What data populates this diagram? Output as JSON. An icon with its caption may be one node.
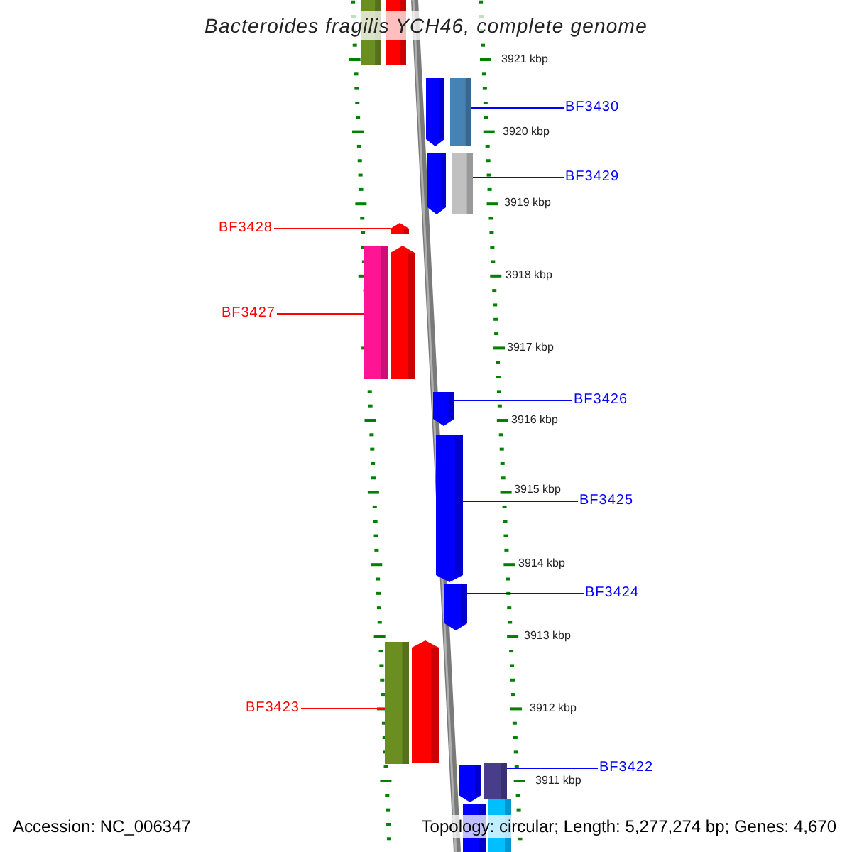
{
  "diagram": {
    "title": "Bacteroides fragilis YCH46, complete genome",
    "nodes": [
      {
        "text": [],
        "shape": "bar"
      },
      {
        "text": [],
        "shape": "bar"
      },
      {
        "text": [],
        "shape": "arrow"
      },
      {
        "text": [],
        "shape": "bar"
      },
      {
        "text": [],
        "shape": "arrow"
      },
      {
        "text": [],
        "shape": "bar"
      },
      {
        "text": [],
        "shape": "arrow"
      },
      {
        "text": [],
        "shape": "bar"
      },
      {
        "text": [],
        "shape": "arrow"
      },
      {
        "text": [],
        "shape": "arrow"
      },
      {
        "text": [],
        "shape": "arrow"
      },
      {
        "text": [],
        "shape": "arrow"
      },
      {
        "text": [],
        "shape": "bar"
      },
      {
        "text": [],
        "shape": "arrow"
      },
      {
        "text": [],
        "shape": "arrow"
      },
      {
        "text": [],
        "shape": "bar"
      },
      {
        "text": [],
        "shape": "bar"
      },
      {
        "text": [],
        "shape": "bar"
      },
      {
        "text": [
          "BF3430"
        ]
      },
      {
        "text": [
          "BF3429"
        ]
      },
      {
        "text": [
          "BF3428"
        ]
      },
      {
        "text": [
          "BF3427"
        ]
      },
      {
        "text": [
          "BF3426"
        ]
      },
      {
        "text": [
          "BF3425"
        ]
      },
      {
        "text": [
          "BF3424"
        ]
      },
      {
        "text": [
          "BF3423"
        ]
      },
      {
        "text": [
          "BF3422"
        ]
      }
    ],
    "edges": [
      {
        "from": 18,
        "to": 3,
        "arrow": "none"
      },
      {
        "from": 19,
        "to": 5,
        "arrow": "none"
      },
      {
        "from": 20,
        "to": 6,
        "arrow": "none",
        "color": "#ff0000"
      },
      {
        "from": 21,
        "to": 7,
        "arrow": "none",
        "color": "#ff0000"
      },
      {
        "from": 22,
        "to": 9,
        "arrow": "none"
      },
      {
        "from": 23,
        "to": 10,
        "arrow": "none"
      },
      {
        "from": 24,
        "to": 11,
        "arrow": "none"
      },
      {
        "from": 25,
        "to": 12,
        "arrow": "none",
        "color": "#ff0000"
      },
      {
        "from": 26,
        "to": 15,
        "arrow": "none"
      }
    ],
    "labels": [
      "3921 kbp",
      "3920 kbp",
      "3919 kbp",
      "3918 kbp",
      "3917 kbp",
      "3916 kbp",
      "3915 kbp",
      "3914 kbp",
      "3913 kbp",
      "3912 kbp",
      "3911 kbp",
      "Accession: NC_006347",
      "Topology: circular; Length: 5,277,274 bp; Genes: 4,670"
    ]
  }
}
